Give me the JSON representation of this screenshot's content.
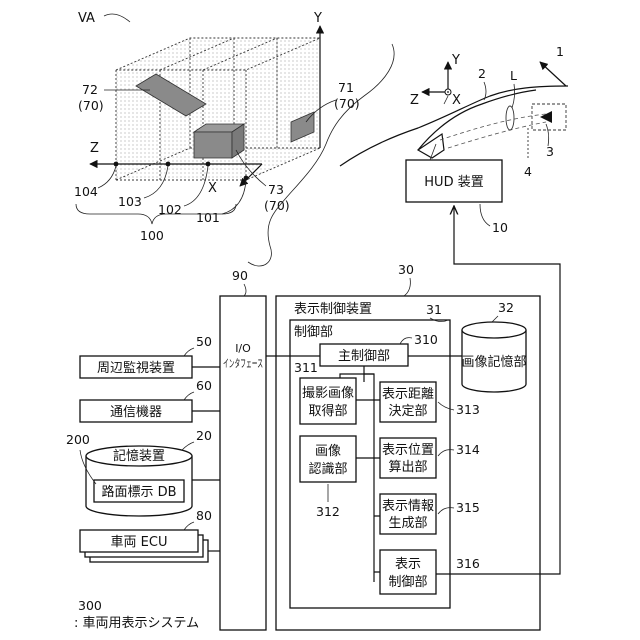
{
  "figure": {
    "va_label": "VA",
    "axes": {
      "y": "Y",
      "z": "Z",
      "x": "X"
    },
    "refs_top": {
      "n72": "72",
      "n70a": "(70)",
      "n71": "71",
      "n70b": "(70)",
      "n73": "73",
      "n70c": "(70)",
      "n104": "104",
      "n103": "103",
      "n102": "102",
      "n101": "101",
      "n100": "100"
    },
    "vehicle": {
      "n1": "1",
      "n2": "2",
      "L": "L",
      "n3": "3",
      "n4": "4",
      "axis_y": "Y",
      "axis_z": "Z",
      "axis_x": "X"
    },
    "hud": {
      "label": "HUD 装置",
      "ref": "10"
    }
  },
  "system": {
    "ref_300": "300",
    "caption": ": 車両用表示システム",
    "io": {
      "ref": "90",
      "label_line1": "I/O",
      "label_line2": "インタフェース"
    },
    "devices": [
      {
        "ref": "50",
        "label": "周辺監視装置"
      },
      {
        "ref": "60",
        "label": "通信機器"
      },
      {
        "ref": "20",
        "label": "記憶装置"
      },
      {
        "ref": "80",
        "label": "車両 ECU"
      }
    ],
    "storage": {
      "ref": "200",
      "db_label": "路面標示 DB"
    },
    "controller": {
      "ref": "30",
      "title": "表示制御装置",
      "control_ref": "31",
      "control_title": "制御部",
      "image_mem_ref": "32",
      "image_mem_label": "画像記憶部",
      "main_ref": "310",
      "main_label": "主制御部",
      "modules": [
        {
          "ref": "311",
          "line1": "撮影画像",
          "line2": "取得部"
        },
        {
          "ref": "312",
          "line1": "画像",
          "line2": "認識部"
        },
        {
          "ref": "313",
          "line1": "表示距離",
          "line2": "決定部"
        },
        {
          "ref": "314",
          "line1": "表示位置",
          "line2": "算出部"
        },
        {
          "ref": "315",
          "line1": "表示情報",
          "line2": "生成部"
        },
        {
          "ref": "316",
          "line1": "表示",
          "line2": "制御部"
        }
      ]
    }
  }
}
